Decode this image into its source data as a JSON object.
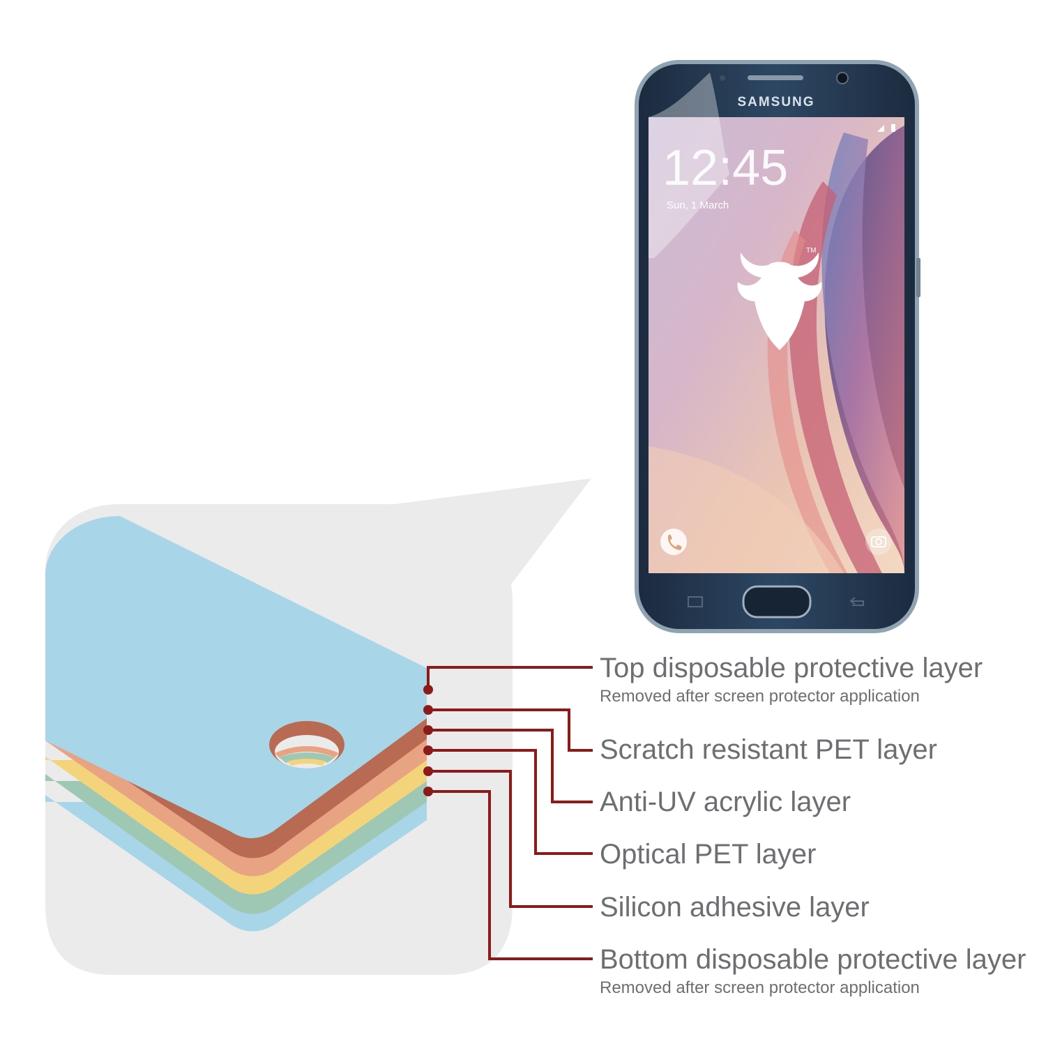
{
  "phone": {
    "brand": "SAMSUNG",
    "time": "12:45",
    "date": "Sun, 1 March",
    "trademark": "TM"
  },
  "layers": [
    {
      "title": "Top disposable protective layer",
      "sub": "Removed after screen protector application"
    },
    {
      "title": "Scratch resistant PET layer",
      "sub": ""
    },
    {
      "title": "Anti-UV acrylic layer",
      "sub": ""
    },
    {
      "title": "Optical PET layer",
      "sub": ""
    },
    {
      "title": "Silicon adhesive layer",
      "sub": ""
    },
    {
      "title": "Bottom disposable protective layer",
      "sub": "Removed after screen protector application"
    }
  ],
  "colors": {
    "leader_line": "#8b1a1a",
    "label_text": "#6d6e71",
    "bubble": "#ebebeb",
    "layer_top": "#a8d5e8",
    "layer_pet_dark": "#b86b52",
    "layer_pet_light": "#e8a482",
    "layer_yellow": "#f3d47a",
    "layer_green": "#9fc8b4",
    "layer_bottom": "#a8d5e8"
  }
}
